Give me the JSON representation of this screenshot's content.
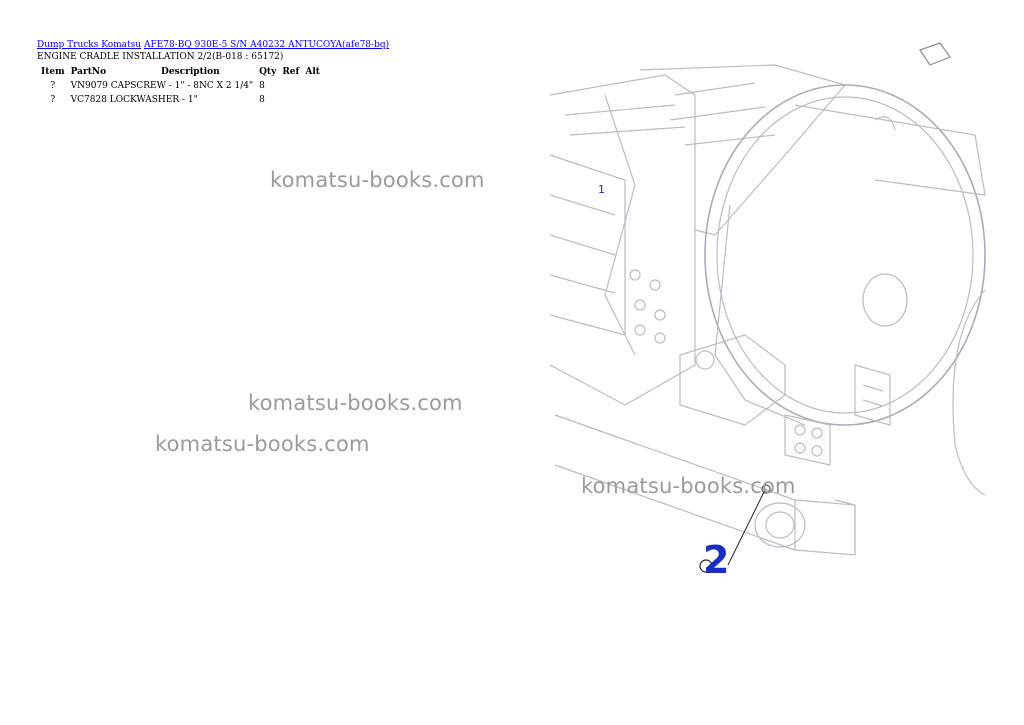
{
  "breadcrumb": {
    "link1": "Dump Trucks Komatsu",
    "link2": "AFE78-BQ 930E-5 S/N A40232 ANTUCOYA(afe78-bq)"
  },
  "subtitle": "ENGINE CRADLE INSTALLATION 2/2(B-018 : 65172)",
  "table": {
    "headers": [
      "Item",
      "PartNo",
      "Description",
      "Qty",
      "Ref",
      "Alt"
    ],
    "rows": [
      {
        "item": "?",
        "part": "VN9079",
        "desc": "CAPSCREW - 1\" - 8NC X 2 1/4\"",
        "qty": "8"
      },
      {
        "item": "?",
        "part": "VC7828",
        "desc": "LOCKWASHER - 1\"",
        "qty": "8"
      }
    ]
  },
  "watermark": "komatsu-books.com",
  "drawing": {
    "callout_1": "1",
    "callout_2": "2"
  }
}
